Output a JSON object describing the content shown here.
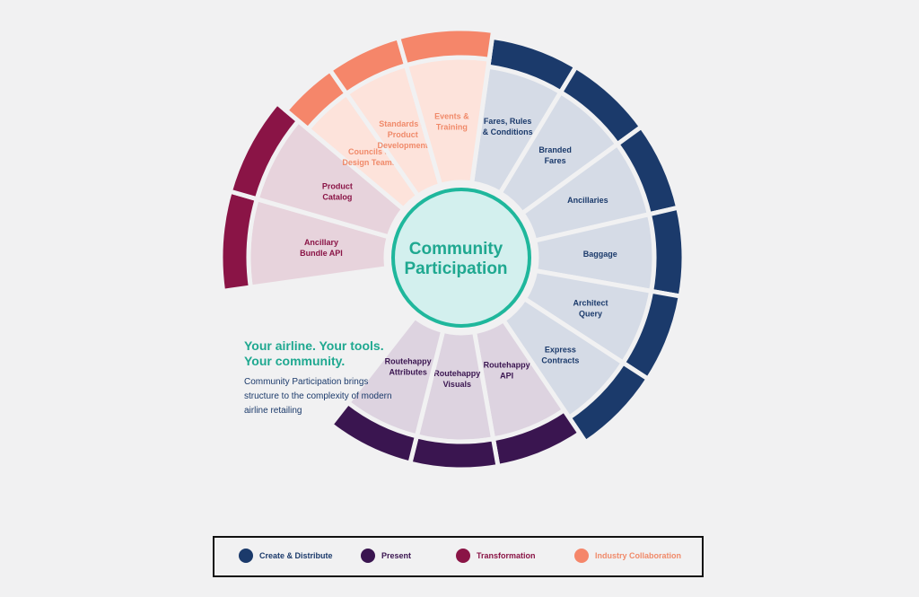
{
  "center": {
    "line1": "Community",
    "line2": "Participation"
  },
  "tagline": {
    "line1": "Your airline. Your tools.",
    "line2": "Your community."
  },
  "description": "Community Participation brings structure to the complexity of modern airline retailing",
  "categories": {
    "create": {
      "label": "Create & Distribute",
      "dark": "#1b3a6b",
      "light": "#d5dbe6",
      "text": "#1b3a6b"
    },
    "present": {
      "label": "Present",
      "dark": "#3a1550",
      "light": "#ddd3e0",
      "text": "#3a1550"
    },
    "transform": {
      "label": "Transformation",
      "dark": "#8a1446",
      "light": "#e7d3dc",
      "text": "#8a1446"
    },
    "industry": {
      "label": "Industry Collaboration",
      "dark": "#f5866a",
      "light": "#fde3db",
      "text": "#f08a6a"
    }
  },
  "segments": [
    {
      "id": "fares-rules",
      "cat": "create",
      "lines": [
        "Fares, Rules",
        "& Conditions"
      ]
    },
    {
      "id": "branded-fares",
      "cat": "create",
      "lines": [
        "Branded",
        "Fares"
      ]
    },
    {
      "id": "ancillaries",
      "cat": "create",
      "lines": [
        "Ancillaries"
      ]
    },
    {
      "id": "baggage",
      "cat": "create",
      "lines": [
        "Baggage"
      ]
    },
    {
      "id": "architect-query",
      "cat": "create",
      "lines": [
        "Architect",
        "Query"
      ]
    },
    {
      "id": "express-contracts",
      "cat": "create",
      "lines": [
        "Express",
        "Contracts"
      ]
    },
    {
      "id": "routehappy-api",
      "cat": "present",
      "lines": [
        "Routehappy",
        "API"
      ]
    },
    {
      "id": "routehappy-visuals",
      "cat": "present",
      "lines": [
        "Routehappy",
        "Visuals"
      ]
    },
    {
      "id": "routehappy-attributes",
      "cat": "present",
      "lines": [
        "Routehappy",
        "Attributes"
      ]
    },
    {
      "id": "ancillary-bundle-api",
      "cat": "transform",
      "lines": [
        "Ancillary",
        "Bundle API"
      ]
    },
    {
      "id": "product-catalog",
      "cat": "transform",
      "lines": [
        "Product",
        "Catalog"
      ]
    },
    {
      "id": "councils-design-teams",
      "cat": "industry",
      "lines": [
        "Councils &",
        "Design Teams"
      ]
    },
    {
      "id": "standards-product-dev",
      "cat": "industry",
      "lines": [
        "Standards &",
        "Product",
        "Development"
      ]
    },
    {
      "id": "events-training",
      "cat": "industry",
      "lines": [
        "Events &",
        "Training"
      ]
    }
  ],
  "legend": [
    {
      "cat": "create",
      "label": "Create & Distribute"
    },
    {
      "cat": "present",
      "label": "Present"
    },
    {
      "cat": "transform",
      "label": "Transformation"
    },
    {
      "cat": "industry",
      "label": "Industry Collaboration"
    }
  ]
}
